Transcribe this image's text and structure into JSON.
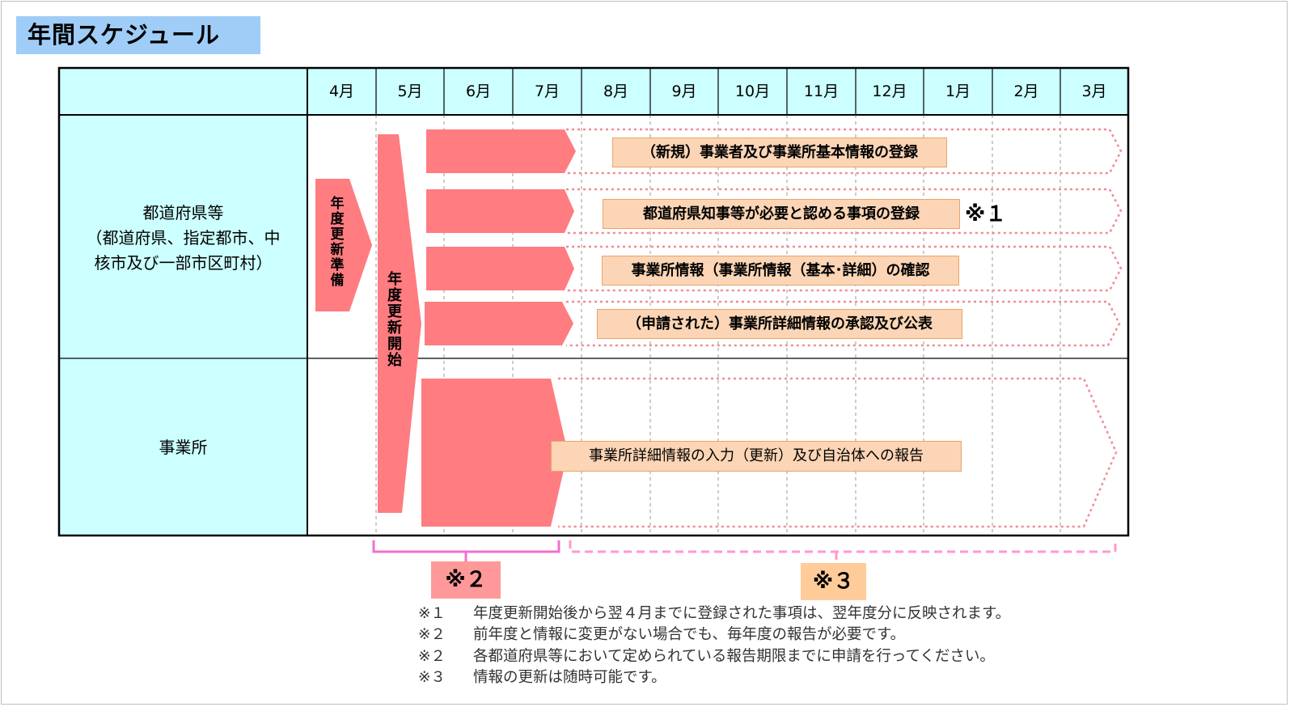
{
  "title": "年間スケジュール",
  "months": [
    "4月",
    "5月",
    "6月",
    "7月",
    "8月",
    "9月",
    "10月",
    "11月",
    "12月",
    "1月",
    "2月",
    "3月"
  ],
  "rows": {
    "prefecture": [
      "都道府県等",
      "（都道府県、指定都市、中",
      "核市及び一部市区町村）"
    ],
    "office": "事業所"
  },
  "arrows": {
    "prep": [
      "年",
      "度",
      "更",
      "新",
      "準",
      "備"
    ],
    "start": [
      "年",
      "度",
      "更",
      "新",
      "開",
      "始"
    ]
  },
  "tasks": [
    "（新規）事業者及び事業所基本情報の登録",
    "都道府県知事等が必要と認める事項の登録",
    "事業所情報（事業所情報（基本･詳細）の確認",
    "（申請された）事業所詳細情報の承認及び公表"
  ],
  "office_task": "事業所詳細情報の入力（更新）及び自治体への報告",
  "marks": {
    "m1": "※１",
    "m2": "※２",
    "m3": "※３"
  },
  "notes": [
    {
      "num": "※１",
      "text": "年度更新開始後から翌４月までに登録された事項は、翌年度分に反映されます。"
    },
    {
      "num": "※２",
      "text": "前年度と情報に変更がない場合でも、毎年度の報告が必要です。"
    },
    {
      "num": "※２",
      "text": "各都道府県等において定められている報告期限までに申請を行ってください。"
    },
    {
      "num": "※３",
      "text": "情報の更新は随時可能です。"
    }
  ],
  "colors": {
    "header_bg": "#ccffff",
    "arrow": "#ff7c80",
    "dotted": "#f28b95",
    "box_bg": "#fbd5b5",
    "bracket_pink": "#f26fd0",
    "bracket_light": "#ff99cc",
    "badge2": "#ff9999",
    "badge3": "#ffcc99"
  }
}
